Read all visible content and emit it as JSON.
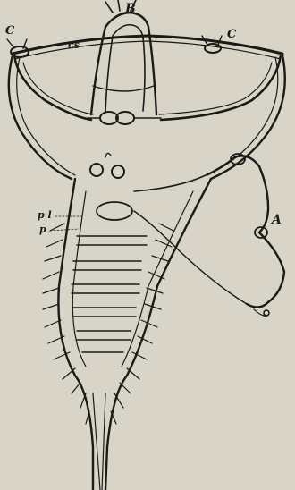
{
  "figure": {
    "labels": {
      "top": "B",
      "left_corner": "C",
      "right_corner": "C",
      "commissure": "cs",
      "side_loop": "A",
      "upper_left": "p l",
      "lower_left": "p"
    },
    "colors": {
      "paper": "#d8d4c7",
      "ink": "#1c1a17"
    }
  }
}
